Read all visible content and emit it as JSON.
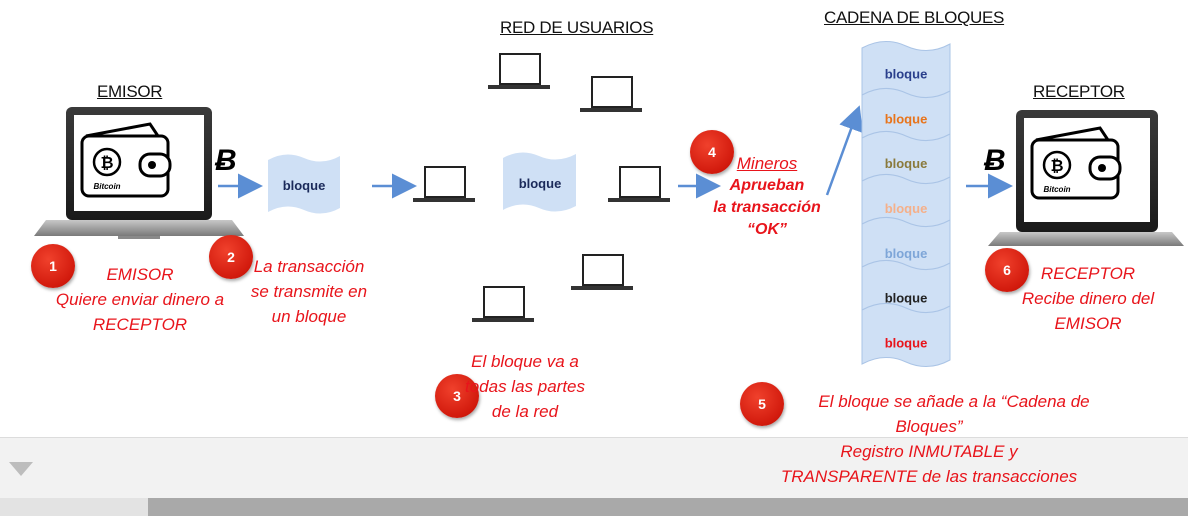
{
  "titles": {
    "emisor": "EMISOR",
    "red": "RED DE USUARIOS",
    "cadena": "CADENA DE BLOQUES",
    "receptor": "RECEPTOR"
  },
  "wallet_label": "Bitcoin",
  "bitcoin_symbol": "Ƀ",
  "block_label": "bloque",
  "chain_blocks": [
    {
      "label": "bloque",
      "color": "#2a3f8c"
    },
    {
      "label": "bloque",
      "color": "#e8741b"
    },
    {
      "label": "bloque",
      "color": "#8a7a3c"
    },
    {
      "label": "bloque",
      "color": "#f5b08a"
    },
    {
      "label": "bloque",
      "color": "#7ea6d8"
    },
    {
      "label": "bloque",
      "color": "#222222"
    },
    {
      "label": "bloque",
      "color": "#e8141b"
    }
  ],
  "steps": [
    {
      "number": "1",
      "lines": [
        "EMISOR",
        "Quiere enviar dinero a",
        "RECEPTOR"
      ]
    },
    {
      "number": "2",
      "lines": [
        "La transacción",
        "se transmite en",
        "un bloque"
      ]
    },
    {
      "number": "3",
      "lines": [
        "El bloque va a",
        "todas las partes",
        "de la red"
      ]
    },
    {
      "number": "4",
      "lines": [
        "Mineros",
        "Aprueban",
        "la transacción",
        "“OK”"
      ]
    },
    {
      "number": "5",
      "lines": [
        "El bloque se añade a la “Cadena de",
        "Bloques”",
        "Registro INMUTABLE y",
        "TRANSPARENTE de las transacciones"
      ]
    },
    {
      "number": "6",
      "lines": [
        "RECEPTOR",
        "Recibe dinero del",
        "EMISOR"
      ]
    }
  ],
  "colors": {
    "accent_red": "#e8141b",
    "block_fill": "#cfe0f5",
    "arrow": "#5b8ed4"
  }
}
